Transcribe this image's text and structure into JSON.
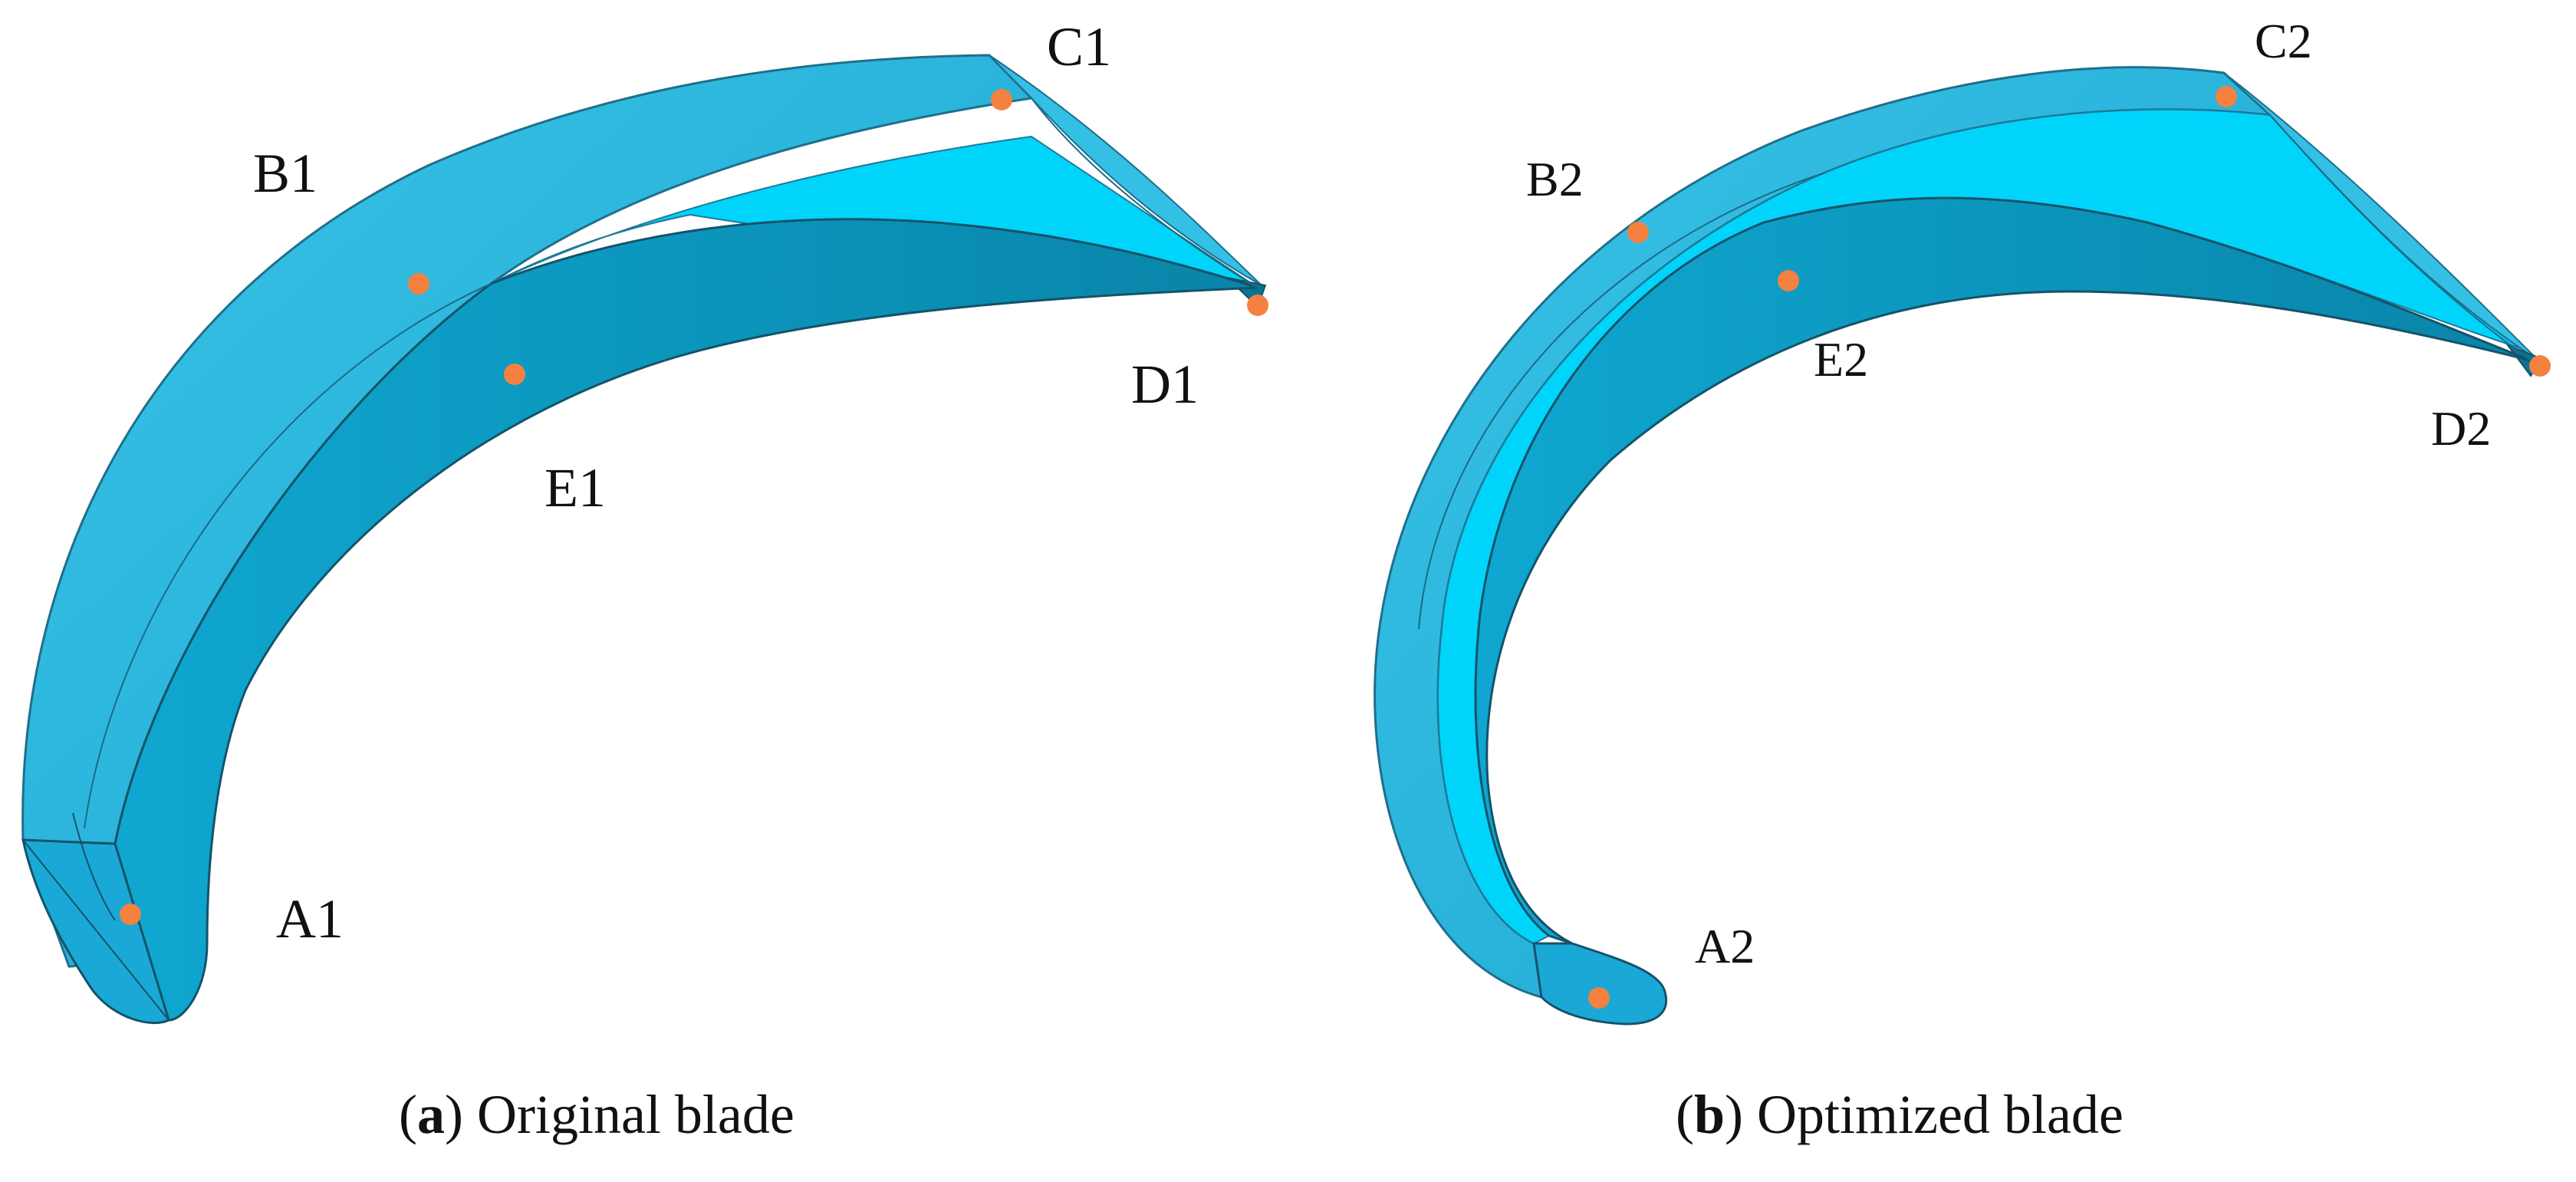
{
  "colors": {
    "face_main": "#2bb5dd",
    "face_highlight": "#00d8ff",
    "face_inner": "#0a93b8",
    "face_shadow": "#0f7fa0",
    "edge": "#14536a",
    "marker": "#f4813f"
  },
  "panel_a": {
    "points": [
      {
        "id": "A1",
        "label": "A1"
      },
      {
        "id": "B1",
        "label": "B1"
      },
      {
        "id": "C1",
        "label": "C1"
      },
      {
        "id": "D1",
        "label": "D1"
      },
      {
        "id": "E1",
        "label": "E1"
      }
    ],
    "caption": {
      "open": "(",
      "letter": "a",
      "rest": ") Original blade"
    }
  },
  "panel_b": {
    "points": [
      {
        "id": "A2",
        "label": "A2"
      },
      {
        "id": "B2",
        "label": "B2"
      },
      {
        "id": "C2",
        "label": "C2"
      },
      {
        "id": "D2",
        "label": "D2"
      },
      {
        "id": "E2",
        "label": "E2"
      }
    ],
    "caption": {
      "open": "(",
      "letter": "b",
      "rest": ") Optimized blade"
    }
  }
}
